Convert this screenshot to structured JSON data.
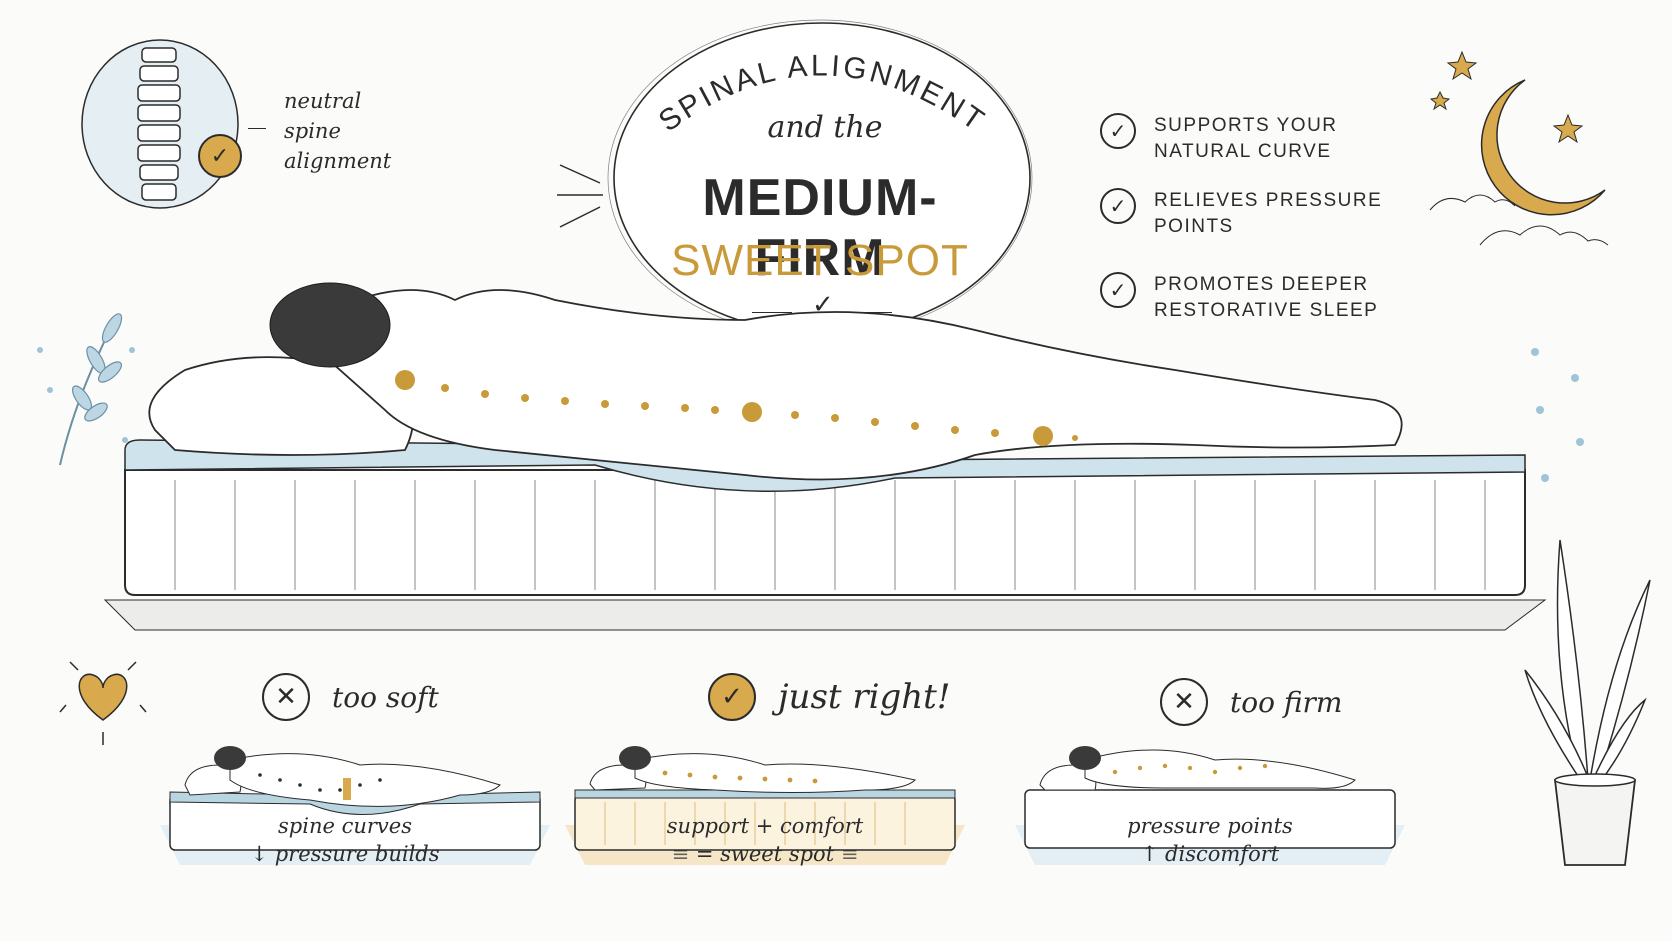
{
  "colors": {
    "gold": "#c99a3a",
    "blue": "#9ec4d6",
    "ink": "#2b2b2b"
  },
  "spine_note": {
    "line1": "neutral",
    "line2": "spine",
    "line3": "alignment"
  },
  "title": {
    "arc": "SPINAL ALIGNMENT",
    "connector": "and the",
    "main": "MEDIUM-FIRM",
    "accent": "SWEET SPOT"
  },
  "benefits": [
    {
      "line1": "Supports your",
      "line2": "natural curve"
    },
    {
      "line1": "Relieves pressure",
      "line2": "points"
    },
    {
      "line1": "Promotes deeper",
      "line2": "restorative sleep"
    }
  ],
  "comparisons": [
    {
      "verdict": "too soft",
      "caption1": "spine curves",
      "caption2": "↓ pressure builds"
    },
    {
      "verdict": "just right!",
      "caption1": "support + comfort",
      "caption2": "= sweet spot"
    },
    {
      "verdict": "too firm",
      "caption1": "pressure points",
      "caption2": "↑ discomfort"
    }
  ],
  "icons": [
    "spine-icon",
    "check-icon",
    "moon-icon",
    "star-icon",
    "cloud-icon",
    "heart-icon",
    "leaf-icon",
    "plant-icon",
    "x-icon"
  ]
}
